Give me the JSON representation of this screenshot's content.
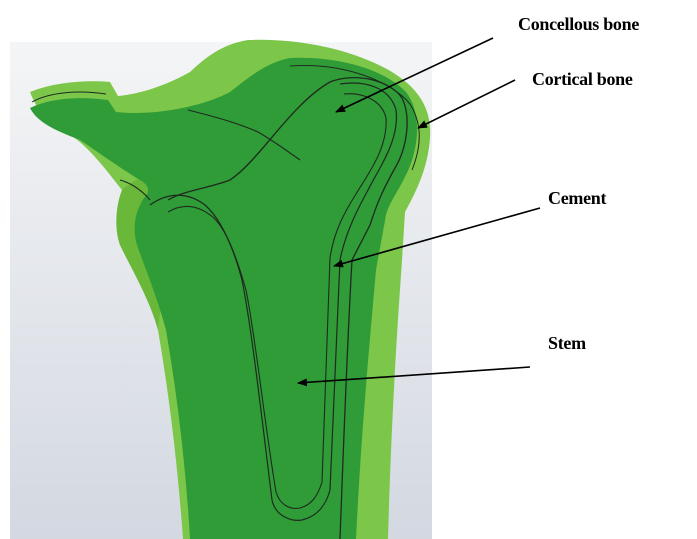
{
  "labels": {
    "concellous_bone": "Concellous bone",
    "cortical_bone": "Cortical bone",
    "cement": "Cement",
    "stem": "Stem"
  },
  "colors": {
    "background_top": "#f4f5f6",
    "background_bottom": "#d3d8e1",
    "cortical_bone": "#7cc74a",
    "cortical_bone_outer": "#5aab2e",
    "cancellous_bone": "#2f9c38",
    "cement": "#2f9c38",
    "stem": "#34a03a",
    "outline": "#1f2a1f",
    "leader_line": "#000000"
  }
}
